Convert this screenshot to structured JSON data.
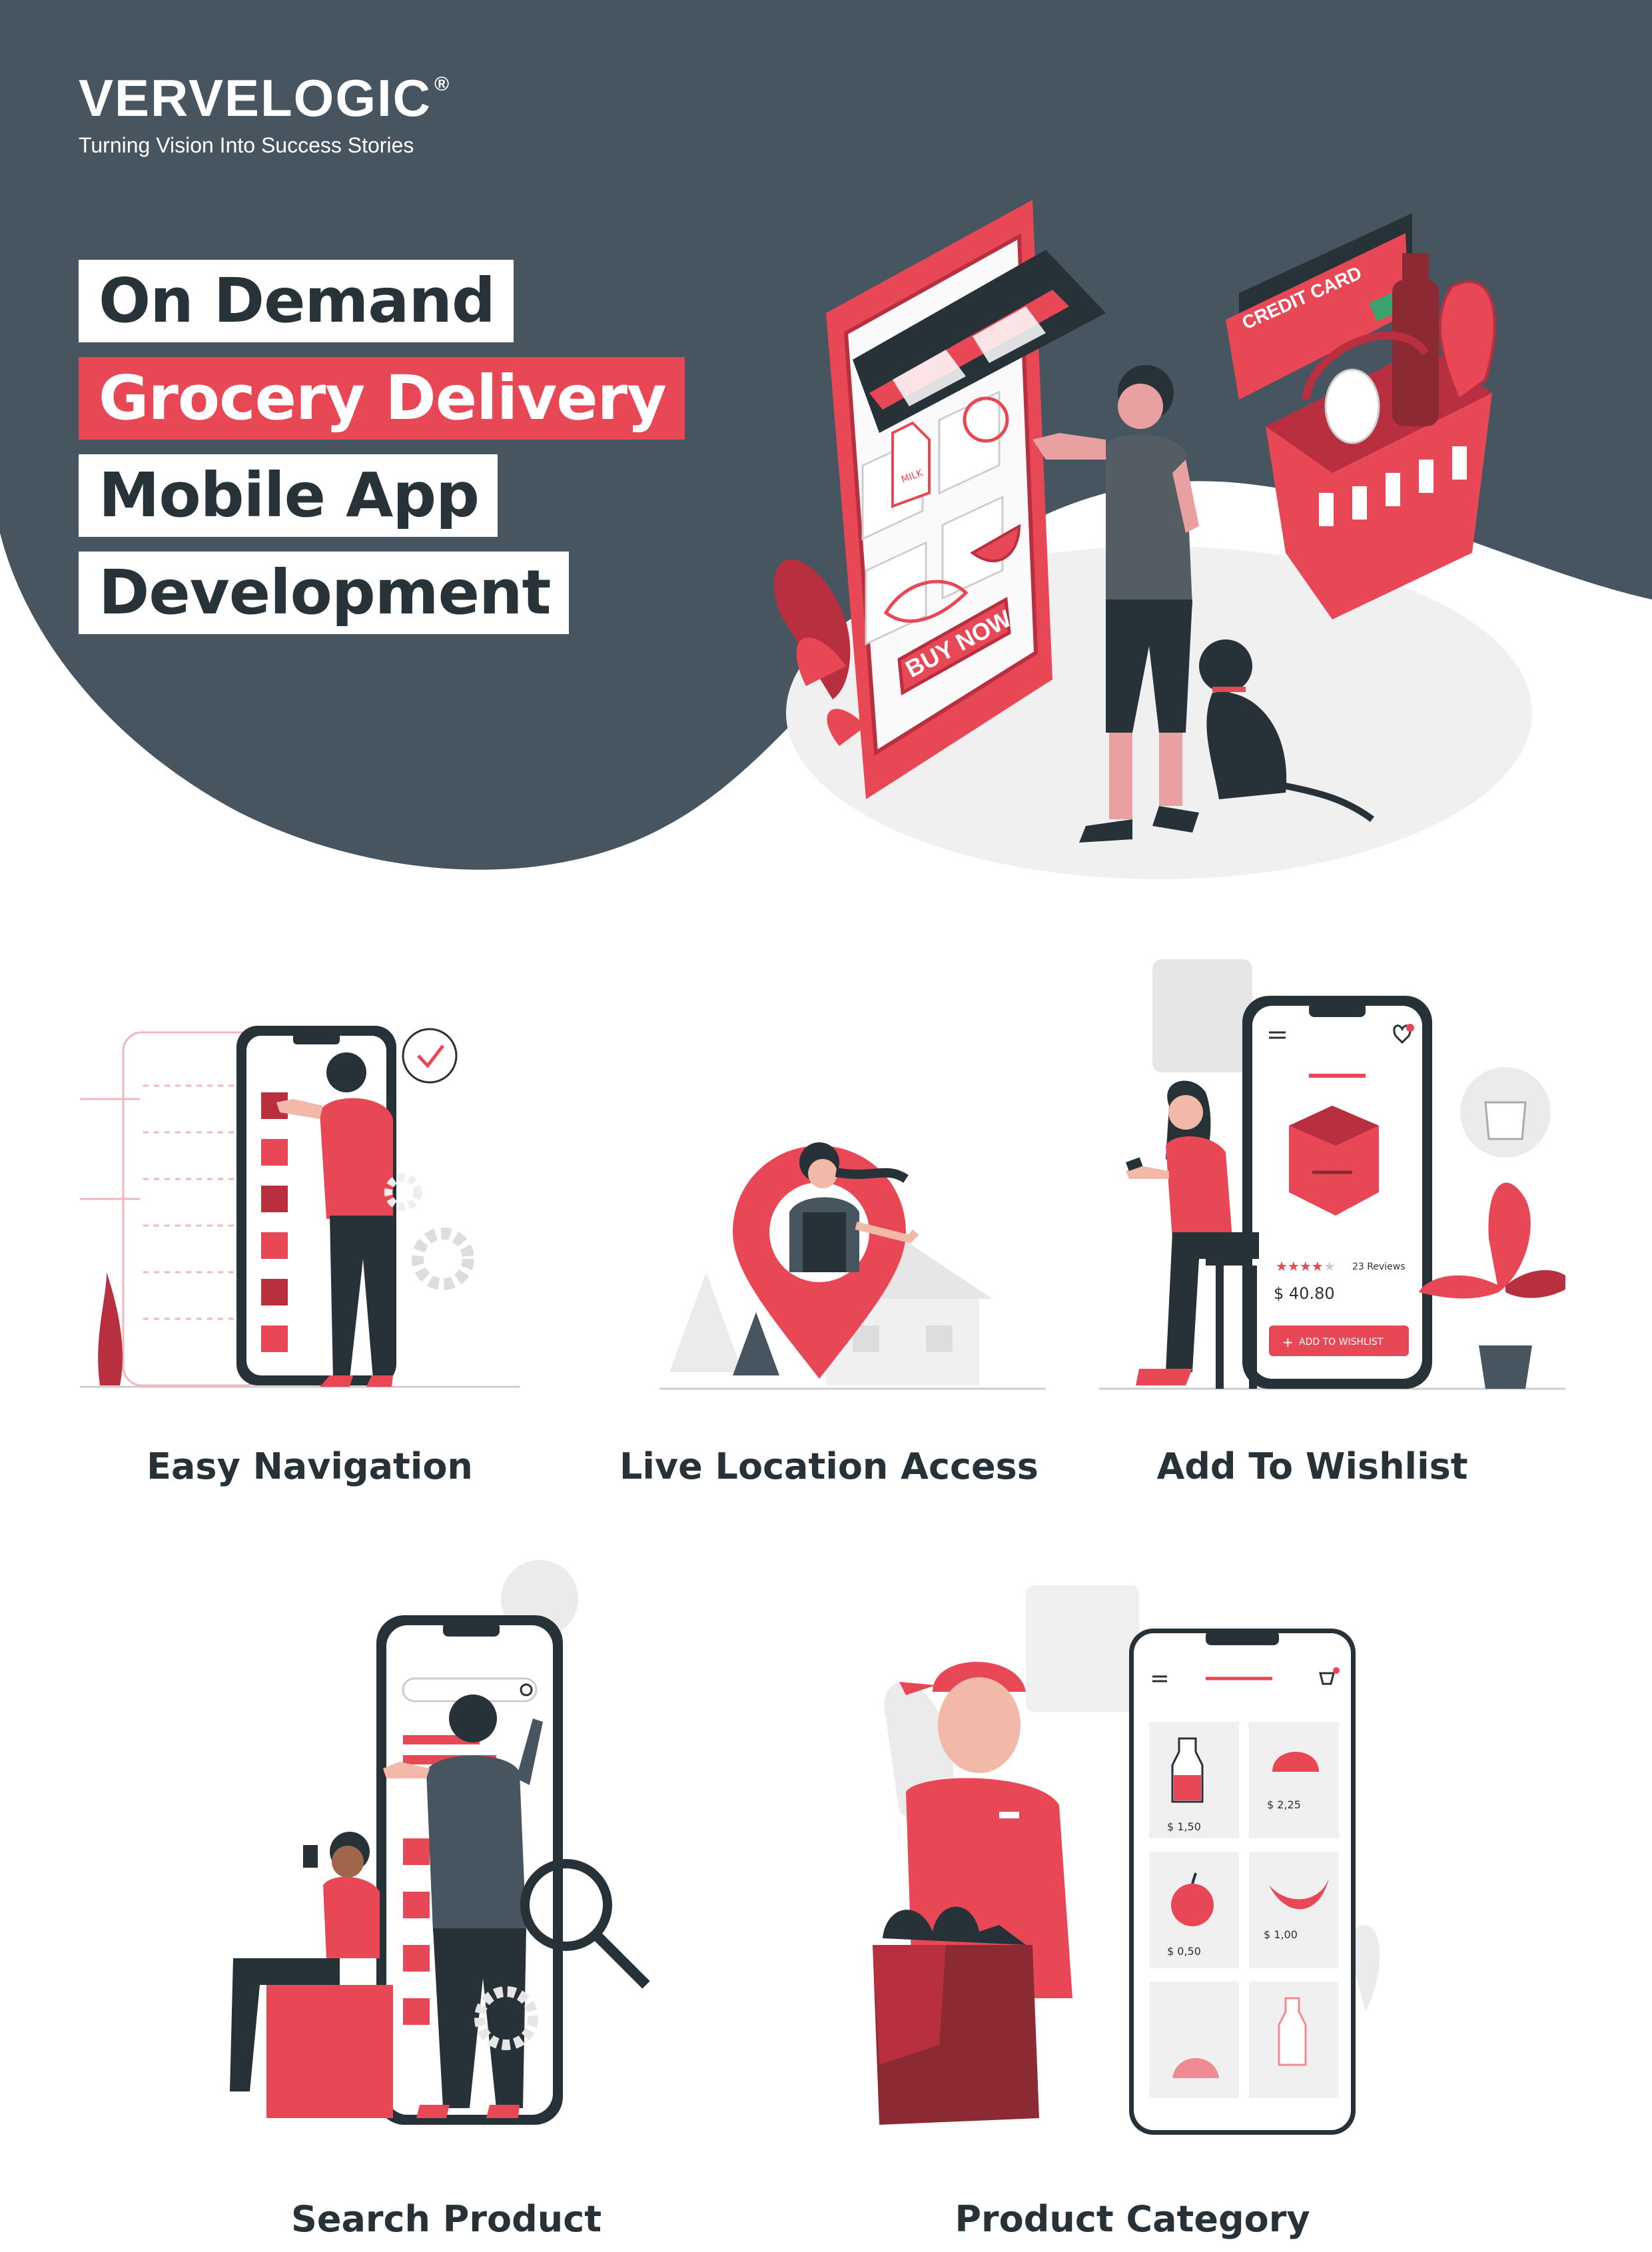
{
  "brand": {
    "name": "VERVELOGIC",
    "registered_mark": "®",
    "tagline": "Turning Vision Into Success Stories"
  },
  "headline": {
    "line1": "On Demand",
    "line2": "Grocery Delivery",
    "line3": "Mobile App",
    "line4": "Development"
  },
  "hero_scene": {
    "credit_card_label": "CREDIT CARD",
    "buy_button_label": "BUY NOW",
    "milk_label": "MILK"
  },
  "features": [
    {
      "label": "Easy Navigation"
    },
    {
      "label": "Live Location Access"
    },
    {
      "label": "Add To Wishlist"
    },
    {
      "label": "Search Product"
    },
    {
      "label": "Product Category"
    }
  ],
  "wishlist_screen": {
    "reviews": "23 Reviews",
    "price": "$ 40.80",
    "button_label": "ADD TO WISHLIST",
    "button_icon": "plus-icon"
  },
  "category_screen": {
    "prices": [
      "$ 1,50",
      "$ 2,25",
      "$ 0,50",
      "$ 1,00"
    ]
  },
  "colors": {
    "dark": "#46555f",
    "text": "#263238",
    "accent": "#e84855",
    "accent_dark": "#b83040",
    "light_gray": "#ebebeb"
  }
}
